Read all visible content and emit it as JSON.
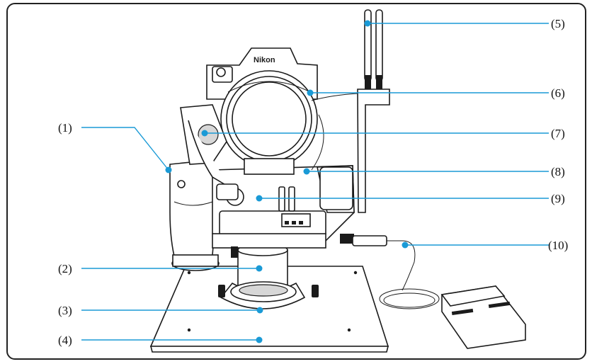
{
  "callouts": [
    {
      "label": "(1)"
    },
    {
      "label": "(2)"
    },
    {
      "label": "(3)"
    },
    {
      "label": "(4)"
    },
    {
      "label": "(5)"
    },
    {
      "label": "(6)"
    },
    {
      "label": "(7)"
    },
    {
      "label": "(8)"
    },
    {
      "label": "(9)"
    },
    {
      "label": "(10)"
    }
  ],
  "camera_brand": "Nikon",
  "accent_color": "#1a9ad6"
}
